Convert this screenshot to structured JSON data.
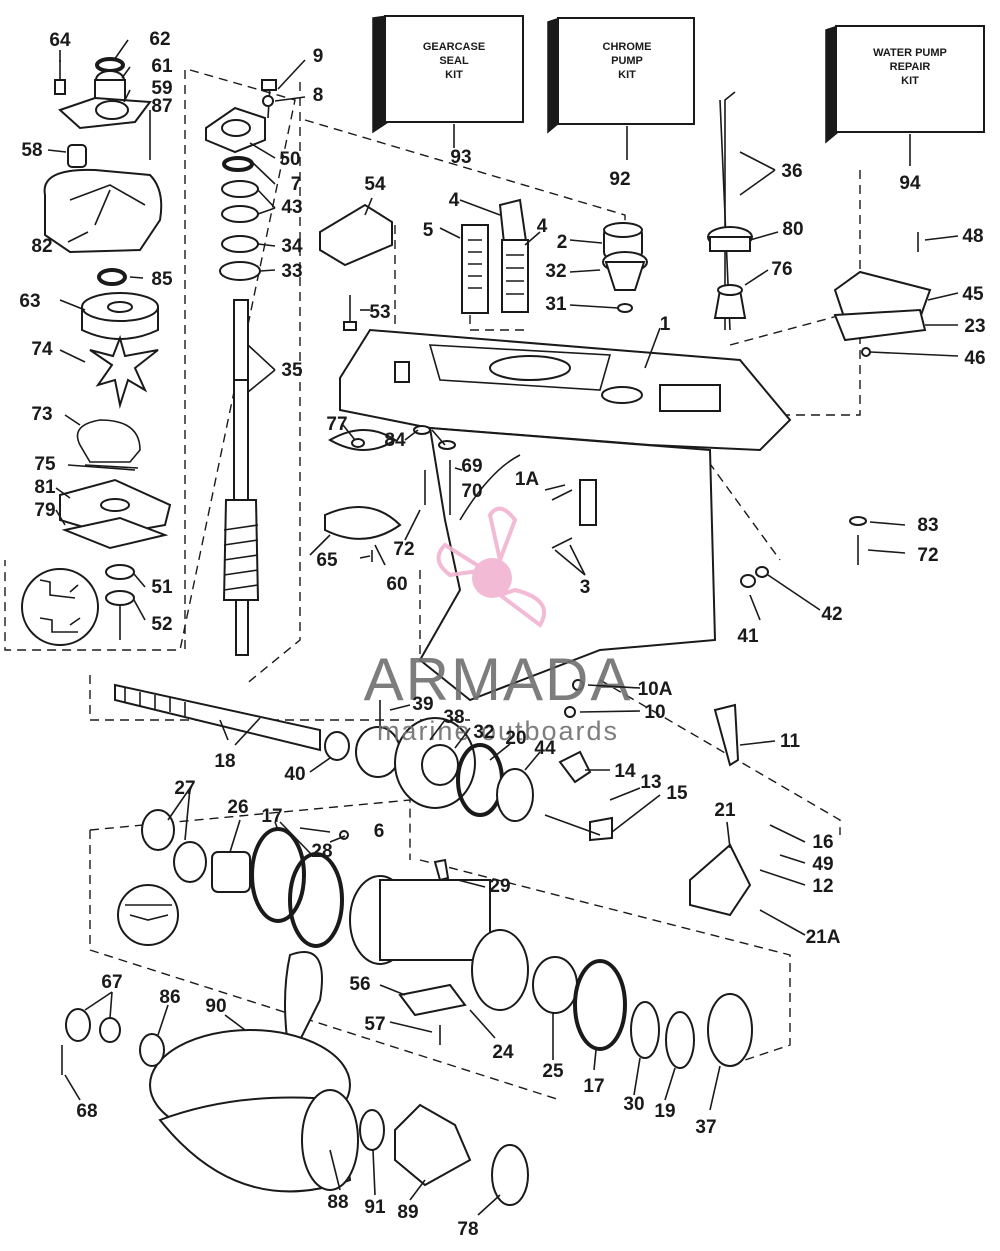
{
  "kits": {
    "gearcase": [
      "GEARCASE",
      "SEAL",
      "KIT"
    ],
    "chrome": [
      "CHROME",
      "PUMP",
      "KIT"
    ],
    "water_pump": [
      "WATER PUMP",
      "REPAIR",
      "KIT"
    ]
  },
  "watermark": {
    "brand": "ARMADA",
    "tagline": "marine outboards"
  },
  "part_labels": [
    "64",
    "62",
    "61",
    "59",
    "87",
    "58",
    "82",
    "85",
    "63",
    "74",
    "73",
    "75",
    "81",
    "79",
    "51",
    "52",
    "9",
    "8",
    "50",
    "7",
    "43",
    "34",
    "33",
    "35",
    "54",
    "53",
    "5",
    "4",
    "4",
    "2",
    "32",
    "31",
    "1",
    "93",
    "92",
    "94",
    "36",
    "80",
    "76",
    "48",
    "45",
    "23",
    "46",
    "77",
    "84",
    "69",
    "70",
    "72",
    "65",
    "60",
    "1A",
    "3",
    "83",
    "72",
    "42",
    "41",
    "10A",
    "10",
    "39",
    "38",
    "32",
    "20",
    "44",
    "18",
    "40",
    "14",
    "13",
    "15",
    "11",
    "27",
    "26",
    "17",
    "28",
    "6",
    "29",
    "21",
    "16",
    "49",
    "12",
    "21A",
    "56",
    "57",
    "24",
    "25",
    "17",
    "30",
    "19",
    "37",
    "67",
    "86",
    "90",
    "68",
    "88",
    "91",
    "89",
    "78"
  ]
}
